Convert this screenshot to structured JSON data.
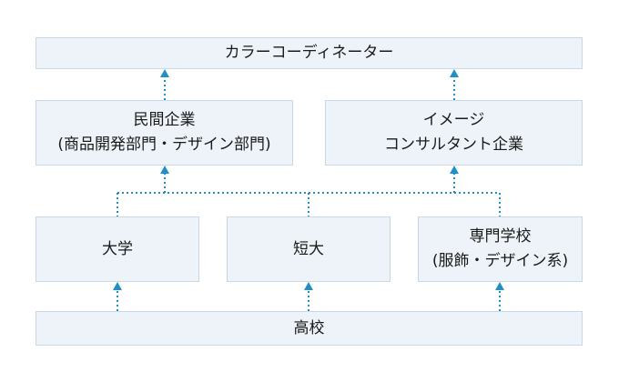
{
  "diagram": {
    "top": {
      "label": "カラーコーディネーター"
    },
    "company": {
      "line1": "民間企業",
      "line2": "(商品開発部門・デザイン部門)"
    },
    "consulting": {
      "line1": "イメージ",
      "line2": "コンサルタント企業"
    },
    "university": {
      "label": "大学"
    },
    "junior_college": {
      "label": "短大"
    },
    "vocational": {
      "line1": "専門学校",
      "line2": "(服飾・デザイン系)"
    },
    "high_school": {
      "label": "高校"
    }
  },
  "colors": {
    "box_fill": "#edf3f8",
    "box_border": "#c9d8e5",
    "connector": "#1f8fc8",
    "text": "#1a1a1a"
  }
}
